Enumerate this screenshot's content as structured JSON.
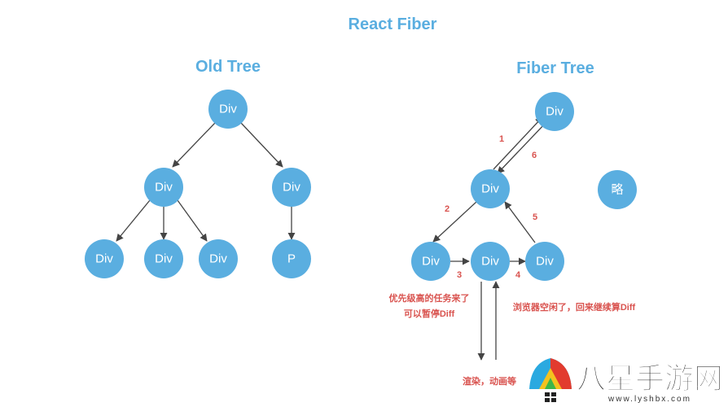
{
  "title": "React Fiber",
  "old_tree": {
    "heading": "Old Tree",
    "root": "Div",
    "left": "Div",
    "right": "Div",
    "leaf1": "Div",
    "leaf2": "Div",
    "leaf3": "Div",
    "leaf_p": "P"
  },
  "fiber_tree": {
    "heading": "Fiber Tree",
    "root": "Div",
    "mid": "Div",
    "leaf1": "Div",
    "leaf2": "Div",
    "leaf3": "Div",
    "omitted": "略",
    "steps": [
      "1",
      "2",
      "3",
      "4",
      "5",
      "6"
    ],
    "note_interrupt_line1": "优先级高的任务来了",
    "note_interrupt_line2": "可以暂停Diff",
    "note_render": "渲染，动画等",
    "note_resume": "浏览器空闲了，回来继续算Diff"
  },
  "watermark": {
    "brand": "八星手游网",
    "url": "www.lyshbx.com"
  },
  "colors": {
    "node": "#5aaee0",
    "title": "#5aaee0",
    "edge": "#444444",
    "annotation": "#d9534f"
  }
}
